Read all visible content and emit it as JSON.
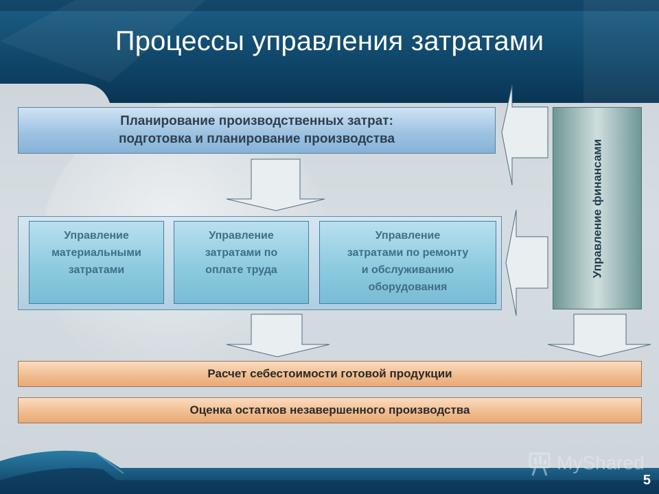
{
  "title": "Процессы управления затратами",
  "page_number": "5",
  "planning": {
    "line1": "Планирование производственных затрат:",
    "line2": "подготовка и планирование производства"
  },
  "management_boxes": [
    {
      "lines": [
        "Управление",
        "материальными",
        "затратами"
      ]
    },
    {
      "lines": [
        "Управление",
        "затратами по",
        "оплате труда"
      ]
    },
    {
      "lines": [
        "Управление",
        "затратами по ремонту",
        "и обслуживанию",
        "оборудования"
      ]
    }
  ],
  "finance": "Управление финансами",
  "cost_calc": "Расчет себестоимости готовой продукции",
  "wip_eval": "Оценка остатков незавершенного производства",
  "watermark": "MyShared",
  "colors": {
    "header_dark": "#0d3a5c",
    "header_mid": "#2f7ea3",
    "plan_box": "#9ec3e2",
    "sub_box": "#8ecbe0",
    "finance_box": "#9fbcba",
    "result_bar": "#f0bb8c"
  }
}
